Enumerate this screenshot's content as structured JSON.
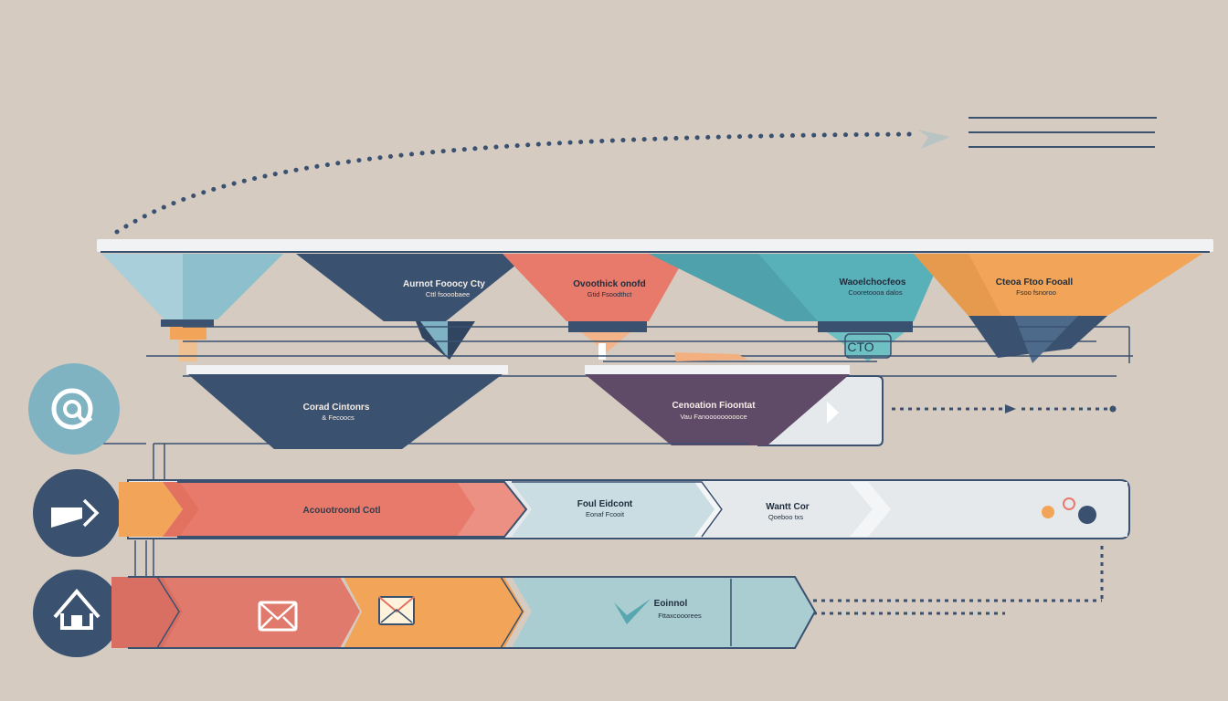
{
  "colors": {
    "background": "#d5cbc1",
    "navy": "#3a5170",
    "coral": "#e87a6b",
    "teal": "#58b0b8",
    "orange": "#f2a458",
    "light_blue": "#8dbfcd",
    "purple": "#5f4a68",
    "pale_blue": "#c9dde2",
    "pale_grey": "#e6e9ec",
    "rail": "#f1f2f3"
  },
  "funnels_top": [
    {
      "title": "",
      "subtitle": "",
      "color": "light_blue"
    },
    {
      "title": "Aurnot Fooocy Cty",
      "subtitle": "Cttl fsooobaee",
      "color": "navy"
    },
    {
      "title": "Ovoothick onofd",
      "subtitle": "Gtid Fsoodthct",
      "color": "coral"
    },
    {
      "title": "Waoelchocfeos",
      "subtitle": "Cooretoooa dalos",
      "color": "teal"
    },
    {
      "title": "Cteoa Ftoo Fooall",
      "subtitle": "Fsoo fsnoroo",
      "color": "orange"
    }
  ],
  "funnels_middle": [
    {
      "title": "Corad Cintonrs",
      "subtitle": "& Fecoocs",
      "color": "navy"
    },
    {
      "title": "Cenoation Fioontat",
      "subtitle": "Vau Fanoooooooooce",
      "color": "purple"
    }
  ],
  "cto_badge": "CTO",
  "circle_icons": [
    "at-sign-icon",
    "arrow-right-icon",
    "home-icon"
  ],
  "row1": {
    "main_label": "Acouotroond Cotl",
    "seg2_title": "Foul Eidcont",
    "seg2_subtitle": "Eonaf Fcooit",
    "seg3_title": "Wantt Cor",
    "seg3_subtitle": "Qoeboo txs"
  },
  "row2": {
    "icons": [
      "mail-icon",
      "open-mail-icon",
      "check-icon"
    ],
    "label_title": "Eoinnol",
    "label_subtitle": "Fttaxcooorees"
  }
}
